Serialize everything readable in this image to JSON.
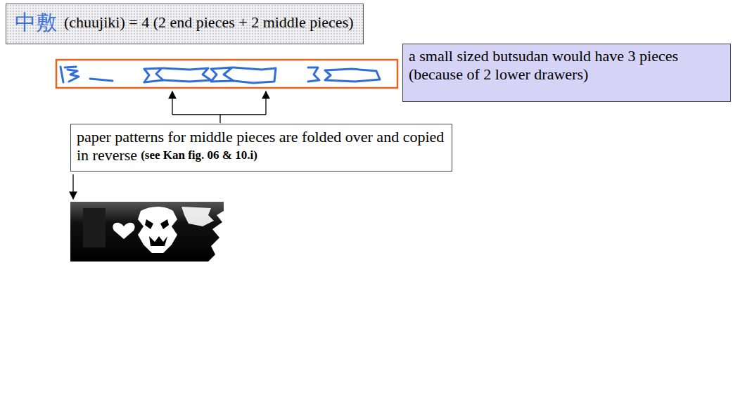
{
  "diagram": {
    "nodes": [
      {
        "text": [
          "中敷",
          "(chuujiki) = 4 (2 end pieces + 2 middle pieces)"
        ]
      },
      {
        "text": [
          "a small sized butsudan would have 3 pieces (because of 2 lower drawers)"
        ]
      },
      {
        "text": [
          "paper patterns for middle pieces are folded over and copied in reverse",
          "(see Kan fig. 06 & 10.i)"
        ]
      }
    ]
  }
}
